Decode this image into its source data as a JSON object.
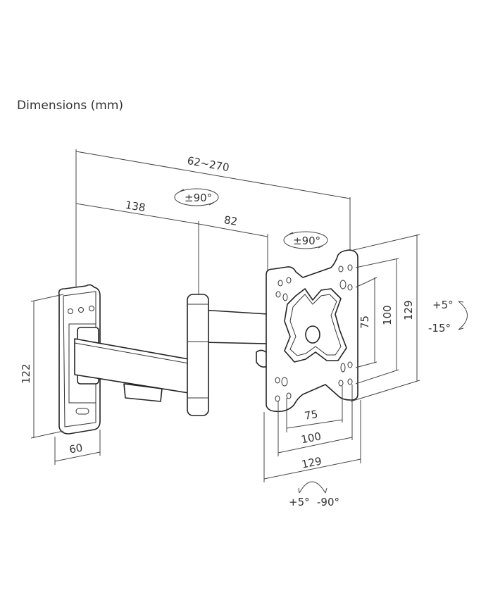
{
  "title": "Dimensions (mm)",
  "dimensions": {
    "reach": "62~270",
    "arm1": "138",
    "arm2": "82",
    "swivel1": "±90°",
    "swivel2": "±90°",
    "wall_height": "122",
    "wall_width": "60",
    "plate_v_outer": "129",
    "plate_v_mid": "100",
    "plate_v_inner": "75",
    "plate_h_inner": "75",
    "plate_h_mid": "100",
    "plate_h_outer": "129",
    "tilt_up": "+5°",
    "tilt_down": "-15°",
    "rotate_plus": "+5°",
    "rotate_minus": "-90°"
  }
}
